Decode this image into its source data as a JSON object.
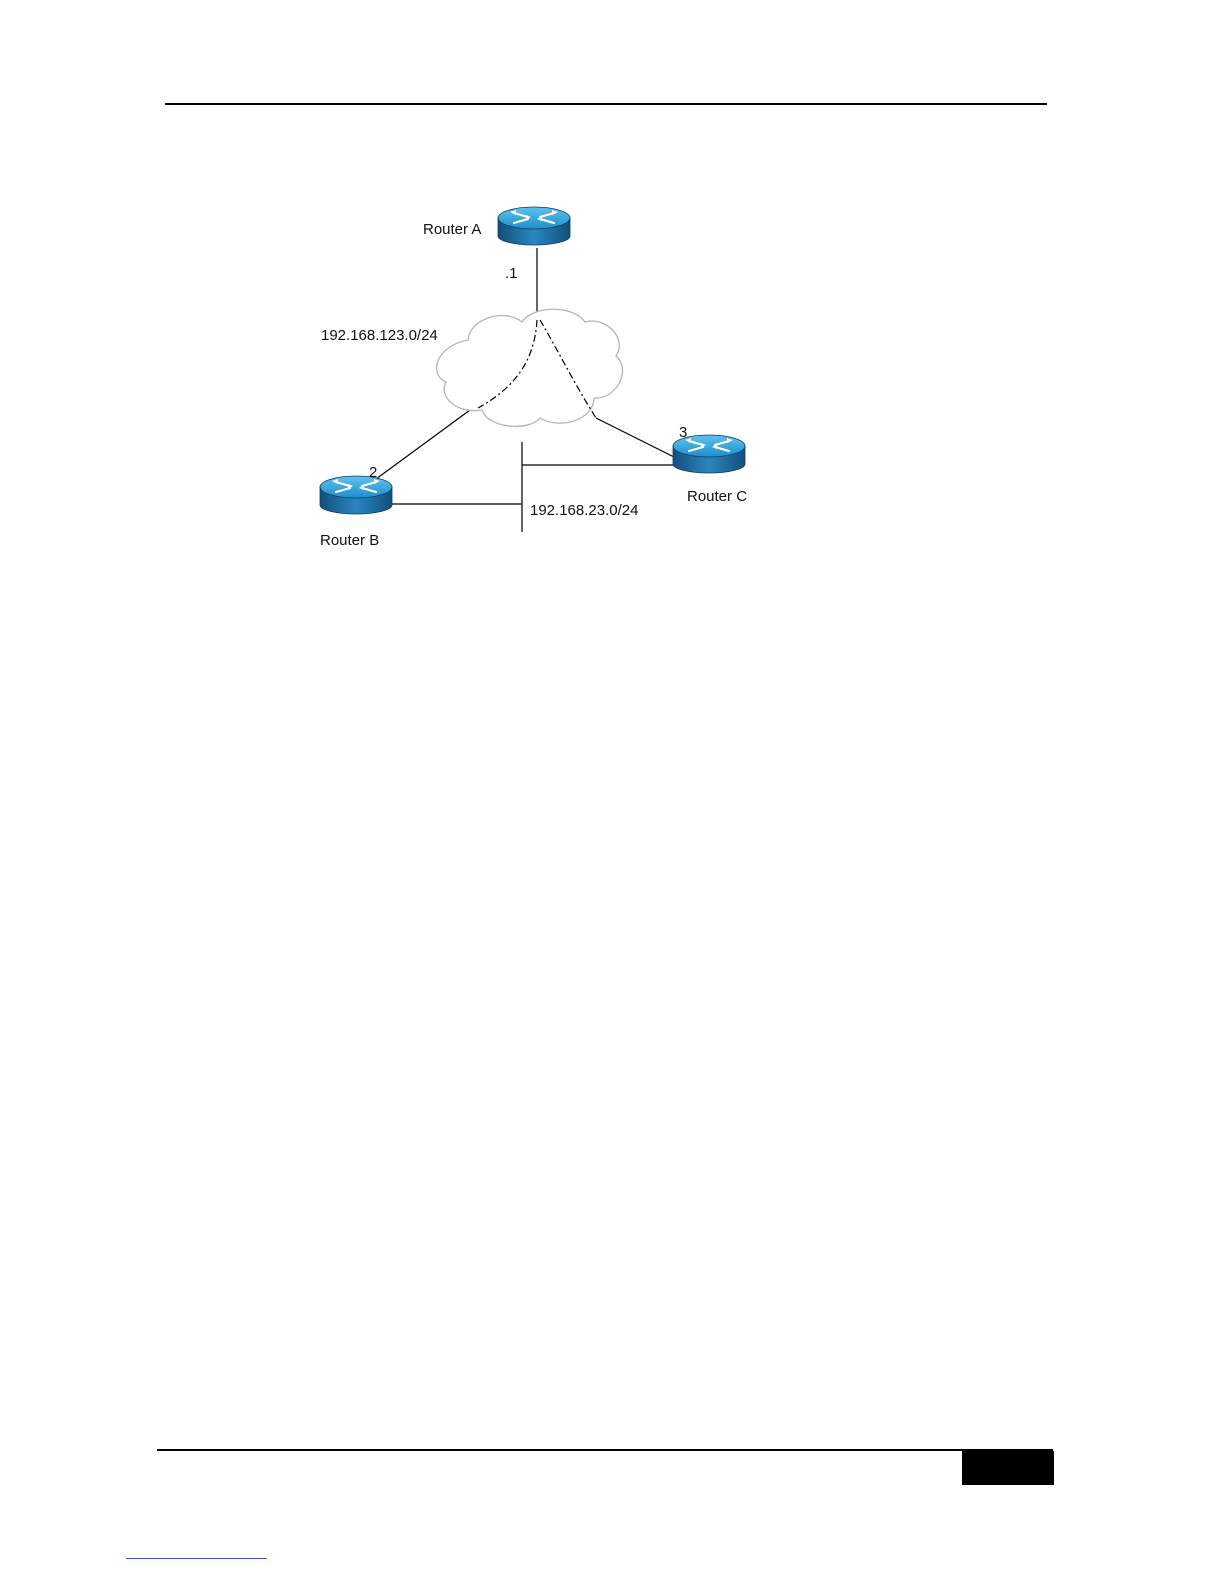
{
  "routers": {
    "a": {
      "label": "Router A",
      "interface": ".1"
    },
    "b": {
      "label": "Router B",
      "interface": "2"
    },
    "c": {
      "label": "Router C",
      "interface": "3"
    }
  },
  "networks": {
    "cloud": "192.168.123.0/24",
    "lan": "192.168.23.0/24"
  },
  "colors": {
    "router_top": "#2b9fd6",
    "router_side": "#1a6fa8",
    "cloud_fill": "#ffffff",
    "cloud_stroke": "#b5b5b5",
    "line": "#000000",
    "footer_link": "#3b4ccc"
  },
  "icons": {
    "router": "router-icon",
    "cloud": "cloud-icon"
  }
}
